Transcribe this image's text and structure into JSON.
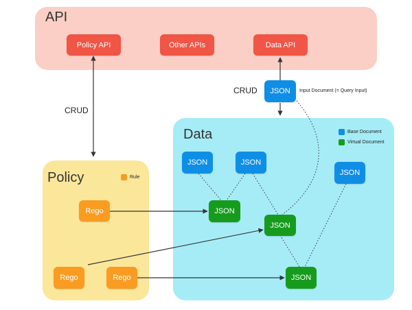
{
  "api": {
    "title": "API",
    "buttons": {
      "policy": "Policy API",
      "other": "Other APIs",
      "data": "Data API"
    }
  },
  "crud": {
    "left": "CRUD",
    "right": "CRUD"
  },
  "input_json": {
    "label": "JSON",
    "caption": "Input Document (= Query Input)"
  },
  "policy": {
    "title": "Policy",
    "legend_rule": "Rule",
    "rego": [
      "Rego",
      "Rego",
      "Rego"
    ]
  },
  "data": {
    "title": "Data",
    "legend_base": "Base Document",
    "legend_virtual": "Virtual Document",
    "base_json": [
      "JSON",
      "JSON",
      "JSON"
    ],
    "virtual_json": [
      "JSON",
      "JSON",
      "JSON"
    ]
  },
  "colors": {
    "api_panel": "#fbcfc6",
    "policy_panel": "#fbe79a",
    "data_panel": "#a6ecf7",
    "api_button": "#f05545",
    "base_document": "#0f8ee6",
    "virtual_document": "#179b1d",
    "rule": "#f99c21"
  }
}
